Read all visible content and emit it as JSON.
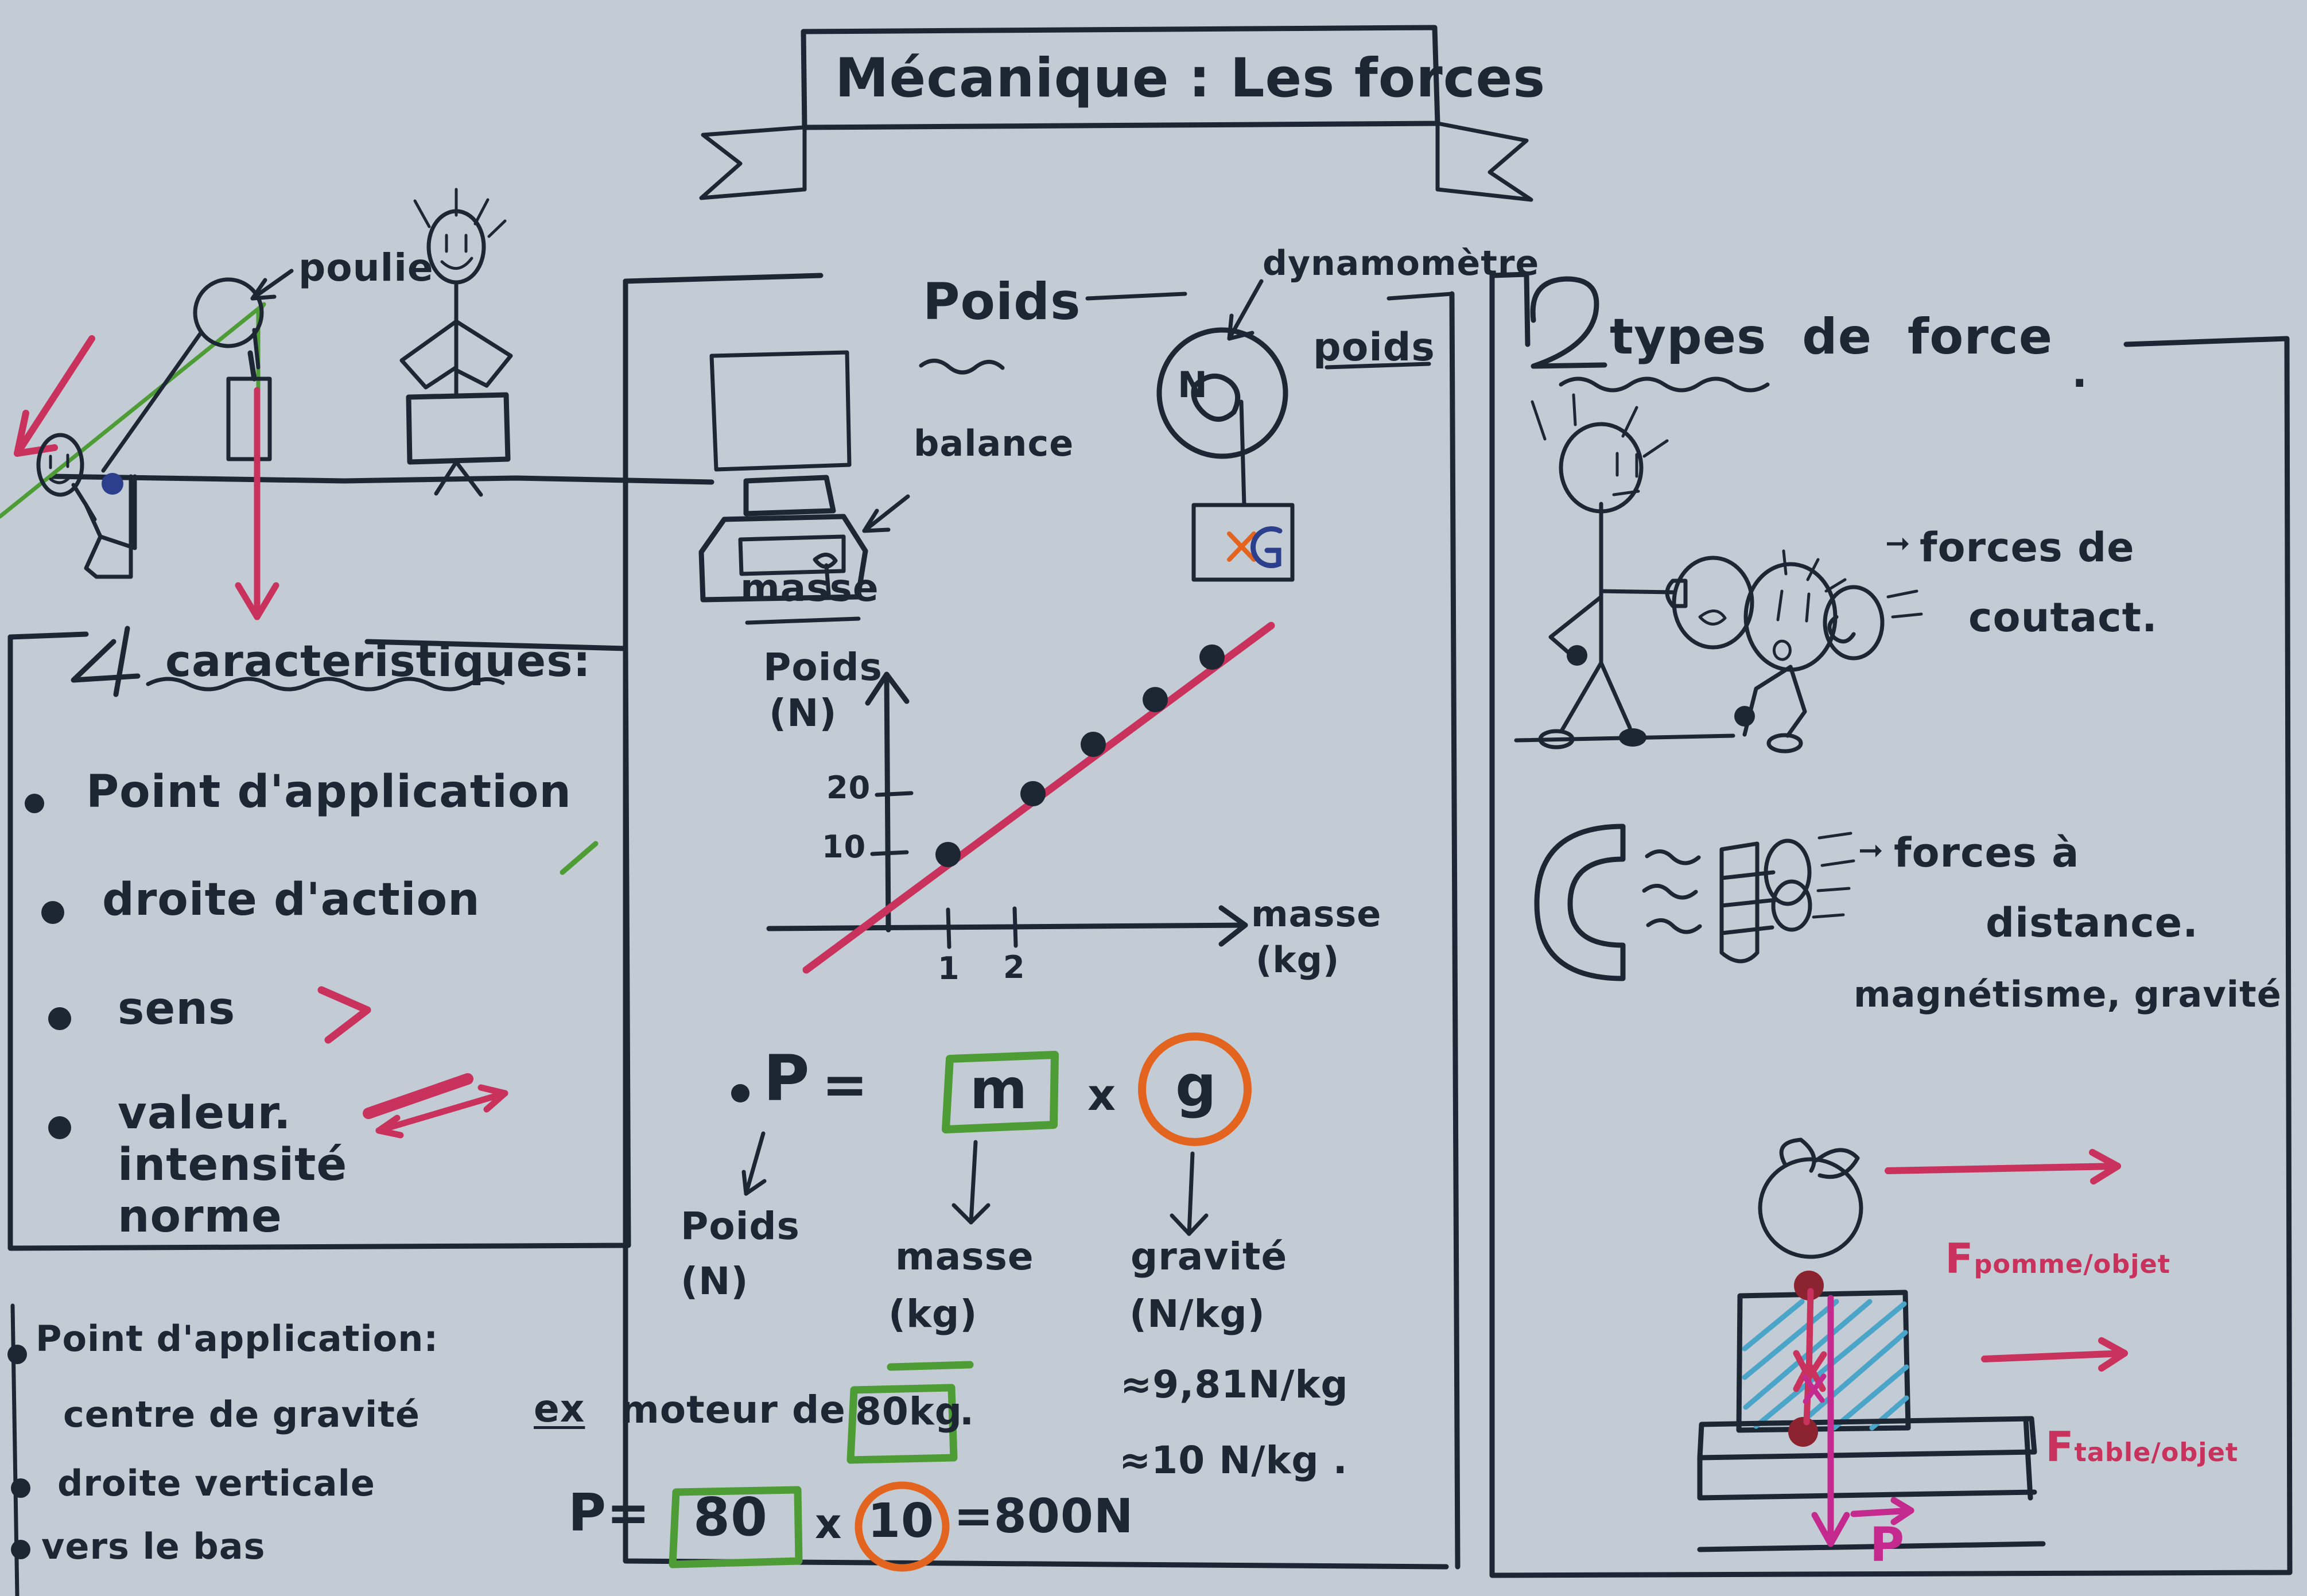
{
  "title_banner": {
    "text": "Mécanique : Les forces"
  },
  "left_panel": {
    "pulley_scene": {
      "pulley_label": "poulie"
    },
    "characteristics": {
      "number": "4",
      "heading": "caracteristiques:",
      "items": [
        "Point d'application",
        "droite d'action",
        "sens",
        "valeur.",
        "intensité",
        "norme"
      ]
    },
    "application_point": {
      "items": [
        "Point d'application:",
        "centre de gravité",
        "droite verticale",
        "vers le bas"
      ]
    }
  },
  "center_panel": {
    "heading": "Poids",
    "balance_label": "balance",
    "mass_label": "masse",
    "dynamometer_label": "dynamomètre",
    "dynamometer_dial_unit": "N",
    "weight_label": "poids",
    "hanging_box_label": "xG",
    "formula": {
      "p": "P",
      "equals": "=",
      "m": "m",
      "times": "x",
      "g": "g",
      "p_name": "Poids",
      "p_unit": "(N)",
      "m_name": "masse",
      "m_unit": "(kg)",
      "g_name": "gravité",
      "g_unit": "(N/kg)",
      "g_value_precise": "≈9,81N/kg",
      "g_value_round": "≈10 N/kg ."
    },
    "example": {
      "label": "ex",
      "statement": "moteur de",
      "mass_value": "80kg",
      "period": ".",
      "calc_p": "P=",
      "calc_m": "80",
      "calc_times": "x",
      "calc_g": "10",
      "calc_result": "=800N"
    }
  },
  "right_panel": {
    "number": "2",
    "heading": "types  de  force",
    "heading_period": ".",
    "contact": {
      "arrow": "➞",
      "line1": "forces de",
      "line2": "coutact."
    },
    "distance": {
      "arrow": "➞",
      "line1": "forces à",
      "line2": "distance."
    },
    "examples": "magnétisme, gravité",
    "force_diagram": {
      "f_apple_main": "F",
      "f_apple_sub": "pomme/objet",
      "f_table_main": "F",
      "f_table_sub": "table/objet",
      "weight_vector": "P"
    }
  },
  "chart_data": {
    "type": "scatter",
    "title": "",
    "xlabel": "masse",
    "xunit": "(kg)",
    "ylabel": "Poids",
    "yunit": "(N)",
    "xticks": [
      "1",
      "2"
    ],
    "yticks": [
      "20",
      "10"
    ],
    "xlim": [
      0,
      4.6
    ],
    "ylim": [
      0,
      45
    ],
    "grid": false,
    "series": [
      {
        "name": "Poids vs masse",
        "color": "#c8325c",
        "x": [
          1.0,
          1.9,
          2.6,
          3.3,
          3.9
        ],
        "y": [
          10.0,
          18.5,
          25.5,
          32.0,
          38.0
        ]
      }
    ],
    "trendline": {
      "color": "#c8325c",
      "slope": 10,
      "intercept": 0
    }
  }
}
